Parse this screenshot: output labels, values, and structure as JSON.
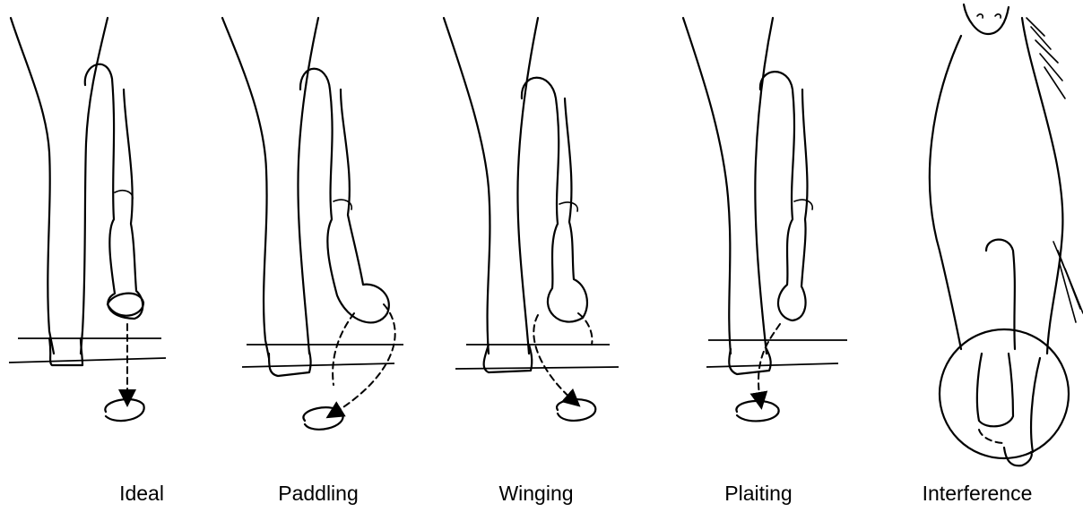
{
  "figure": {
    "panels": [
      {
        "id": "ideal",
        "label": "Ideal"
      },
      {
        "id": "paddling",
        "label": "Paddling"
      },
      {
        "id": "winging",
        "label": "Winging"
      },
      {
        "id": "plaiting",
        "label": "Plaiting"
      },
      {
        "id": "interference",
        "label": "Interference"
      }
    ]
  }
}
